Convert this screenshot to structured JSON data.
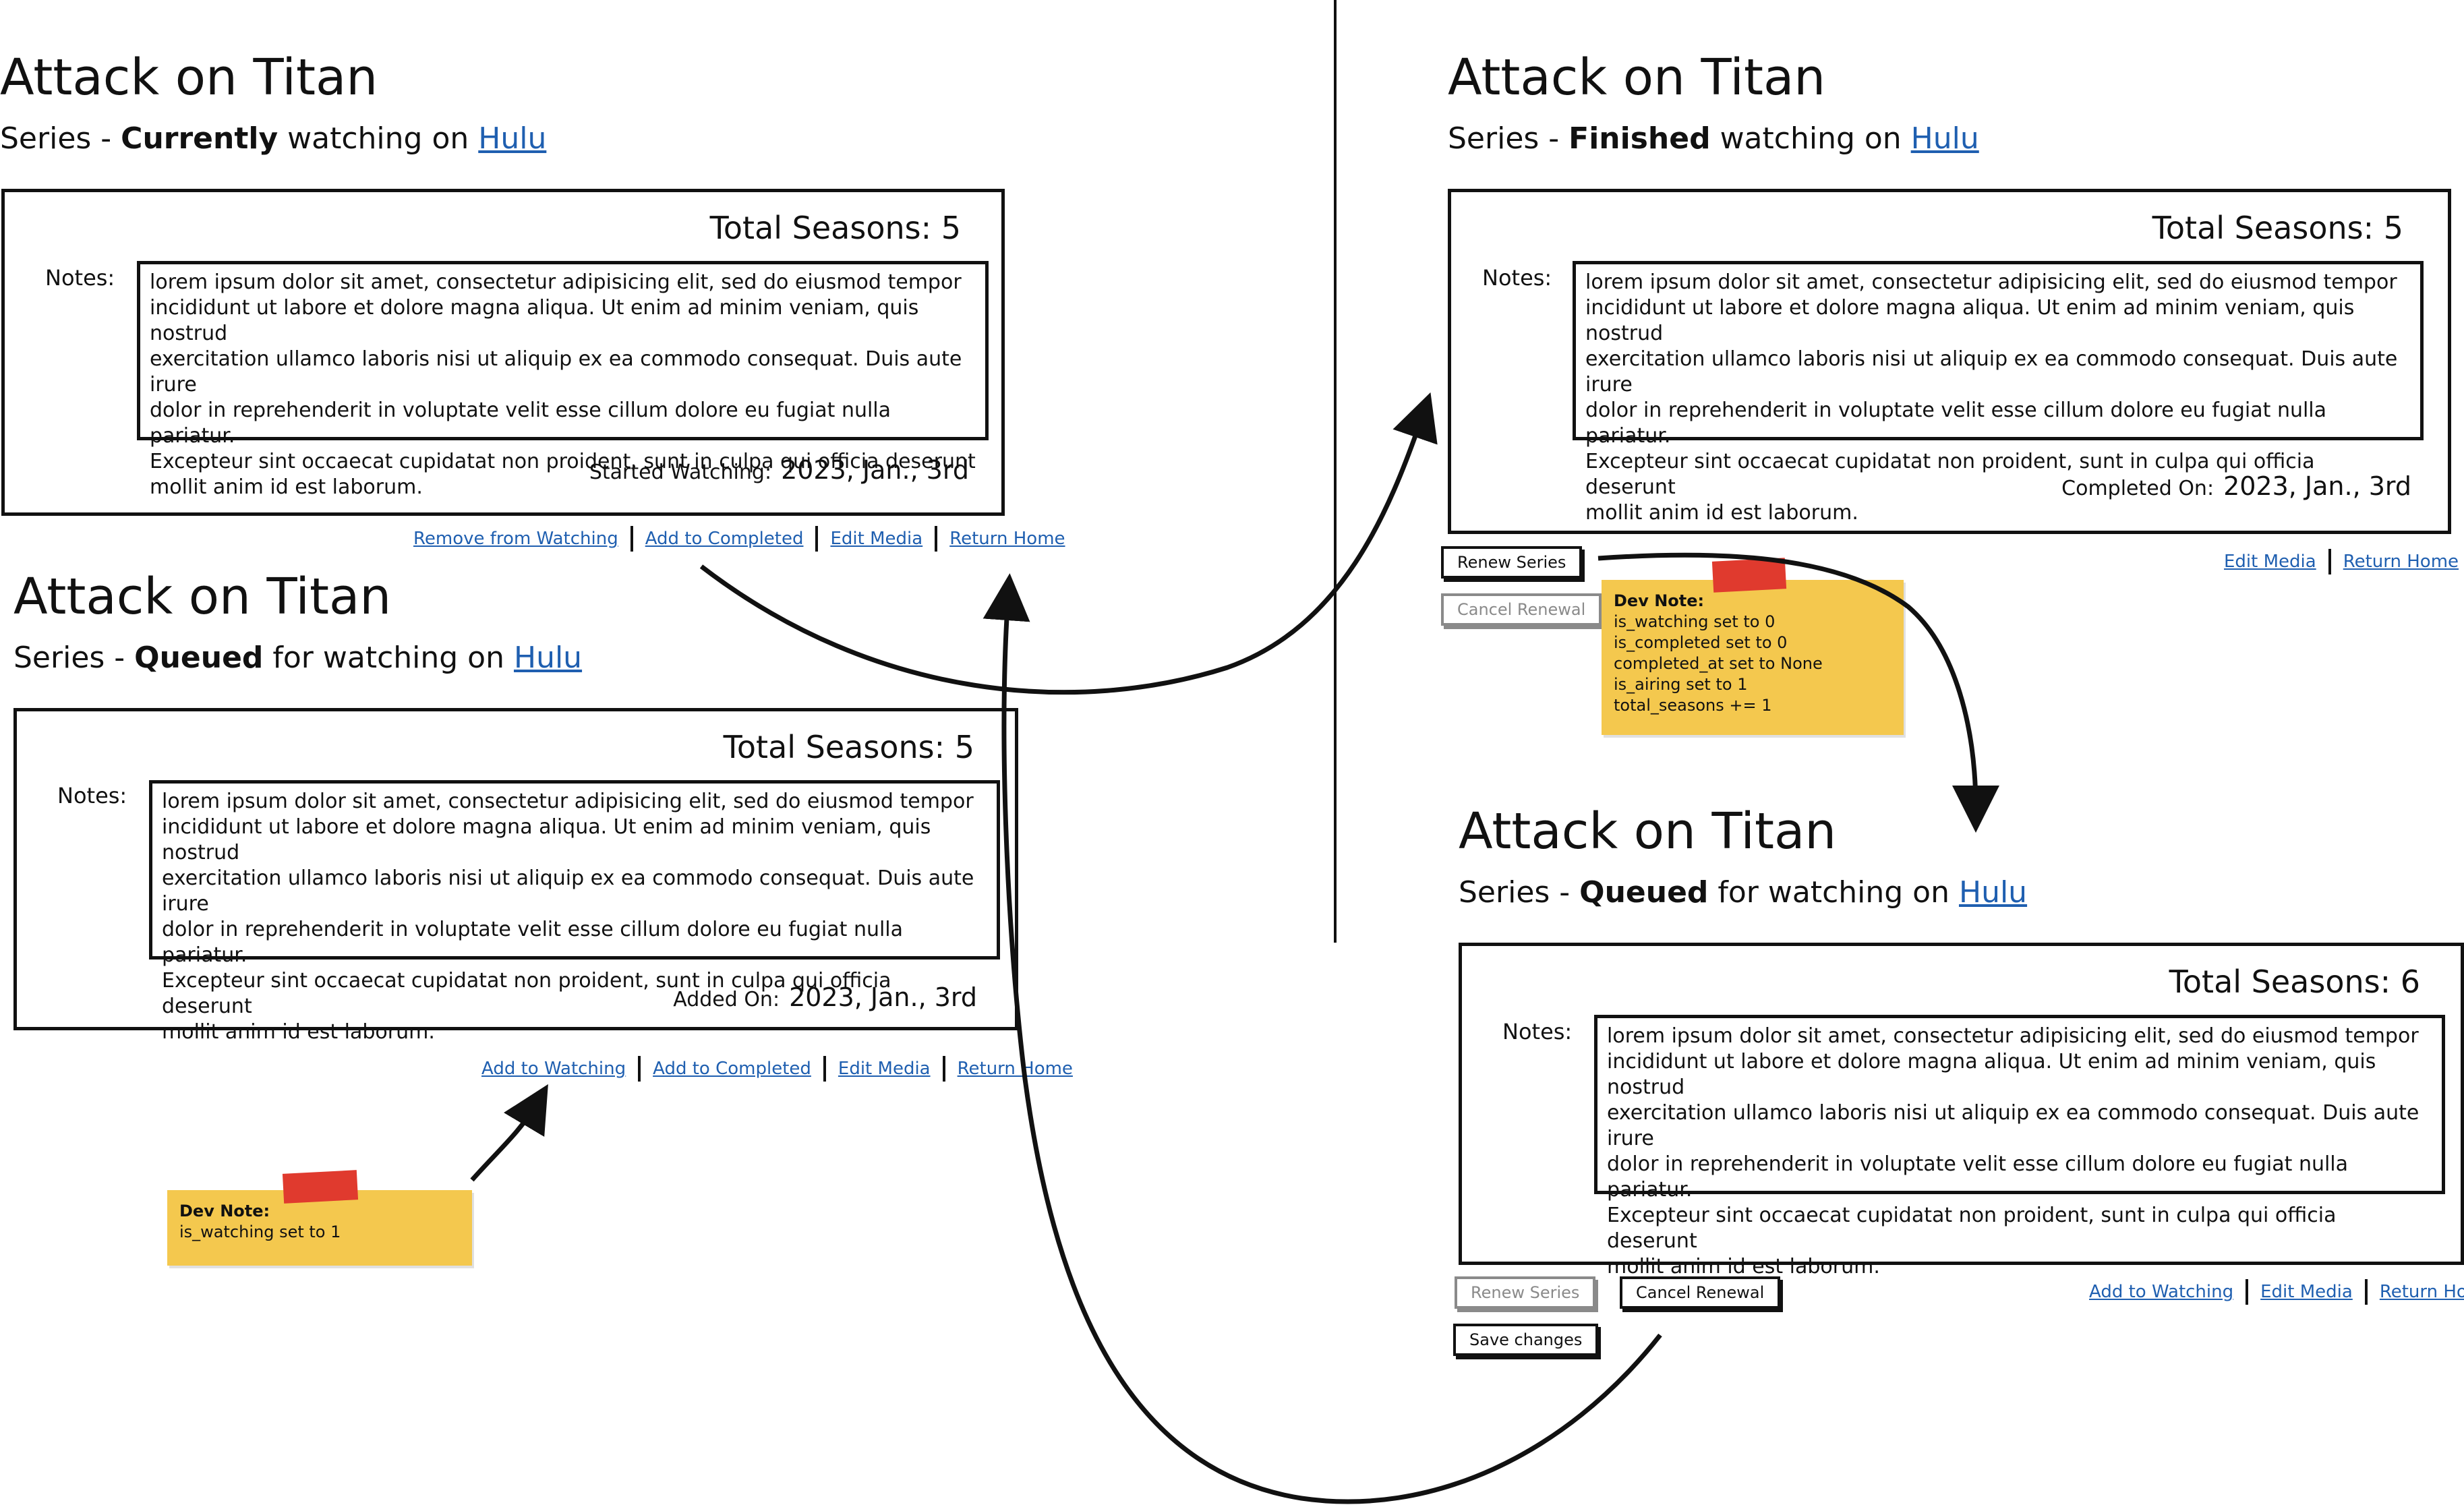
{
  "common": {
    "show_title": "Attack on Titan",
    "series_prefix": "Series - ",
    "platform": "Hulu",
    "notes_label": "Notes:",
    "notes_text": "lorem ipsum dolor sit amet, consectetur adipisicing elit, sed do eiusmod tempor\nincididunt ut labore et dolore magna aliqua. Ut enim ad minim veniam, quis nostrud\nexercitation ullamco laboris nisi ut aliquip ex ea commodo consequat. Duis aute irure\ndolor in reprehenderit in voluptate velit esse cillum dolore eu fugiat nulla pariatur.\nExcepteur sint occaecat cupidatat non proident, sunt in culpa qui officia deserunt\nmollit anim id est laborum.",
    "total_seasons_label": "Total Seasons:",
    "date_value": "2023, Jan., 3rd"
  },
  "watching": {
    "status": "Currently",
    "suffix": " watching on ",
    "total_seasons": "5",
    "date_label": "Started Watching:",
    "links": [
      "Remove from Watching",
      "Add to Completed",
      "Edit Media",
      "Return Home"
    ]
  },
  "queued": {
    "status": "Queued",
    "suffix": " for watching on ",
    "total_seasons": "5",
    "date_label": "Added On:",
    "links": [
      "Add to Watching",
      "Add to Completed",
      "Edit Media",
      "Return Home"
    ],
    "dev_note_title": "Dev Note:",
    "dev_note_lines": [
      "is_watching set to 1"
    ]
  },
  "completed": {
    "status": "Finished",
    "suffix": " watching on ",
    "total_seasons": "5",
    "date_label": "Completed On:",
    "links": [
      "Edit Media",
      "Return Home"
    ],
    "renew_button": "Renew Series",
    "cancel_button": "Cancel Renewal",
    "dev_note_title": "Dev Note:",
    "dev_note_lines": [
      "is_watching set to 0",
      "is_completed set to 0",
      "completed_at set to None",
      "is_airing set to 1",
      "total_seasons += 1"
    ]
  },
  "renewed": {
    "status": "Queued",
    "suffix": " for watching on ",
    "total_seasons": "6",
    "links": [
      "Add to Watching",
      "Edit Media",
      "Return Home"
    ],
    "renew_button": "Renew Series",
    "cancel_button": "Cancel Renewal",
    "save_button": "Save changes"
  },
  "colors": {
    "link": "#1f5fb0",
    "sticky_note": "#f4c84e",
    "tape": "#e03a2e",
    "border": "#111111",
    "disabled": "#8a8a8a"
  }
}
